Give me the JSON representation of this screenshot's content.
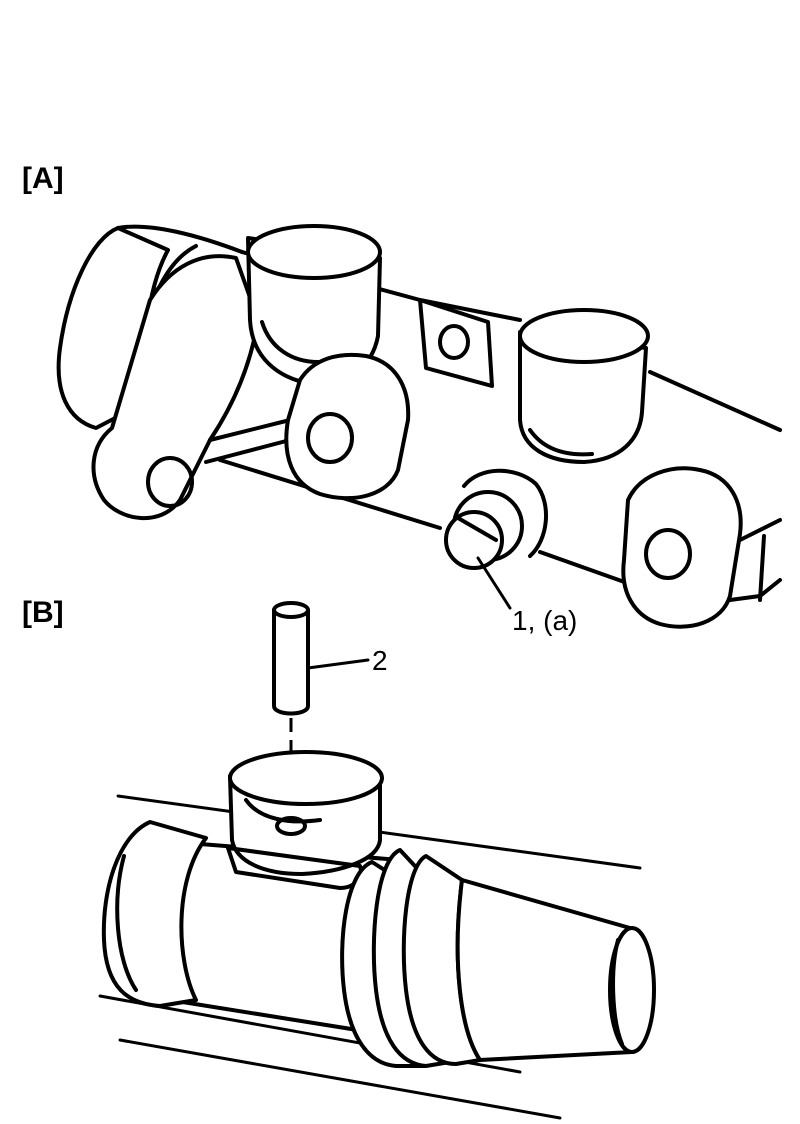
{
  "figure": {
    "sections": [
      {
        "id": "A",
        "label": "[A]"
      },
      {
        "id": "B",
        "label": "[B]"
      }
    ],
    "callouts": [
      {
        "id": "1",
        "label": "1, (a)"
      },
      {
        "id": "2",
        "label": "2"
      }
    ]
  }
}
